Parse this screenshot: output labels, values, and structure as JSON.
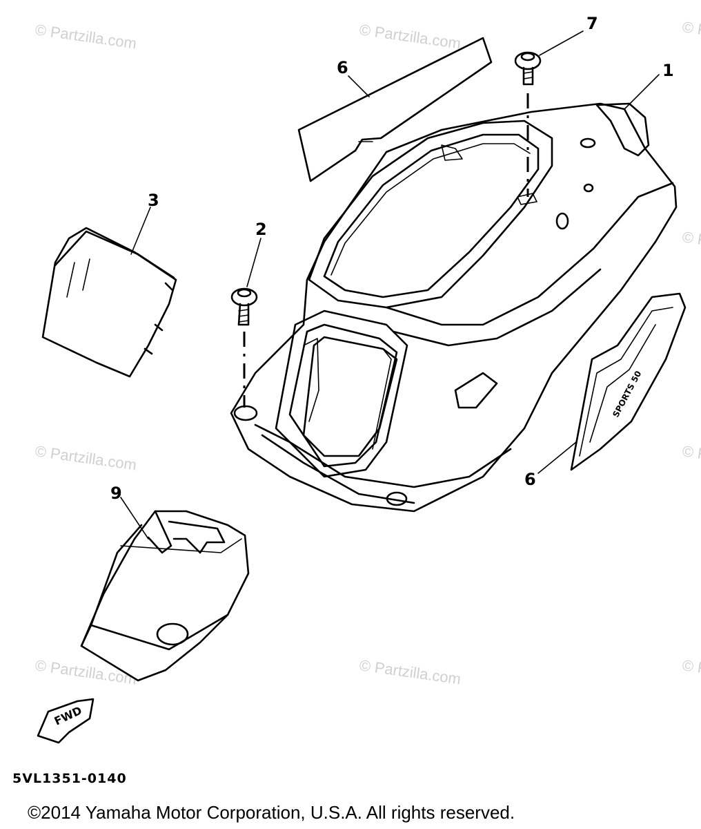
{
  "watermark": "© Partzilla.com",
  "callouts": {
    "c1": "1",
    "c2": "2",
    "c3": "3",
    "c6a": "6",
    "c6b": "6",
    "c7": "7",
    "c9": "9"
  },
  "fwd_label": "FWD",
  "decal_text": "SPORTS 50",
  "diagram_code": "5VL1351-0140",
  "copyright": "©2014  Yamaha Motor Corporation, U.S.A. All rights reserved."
}
